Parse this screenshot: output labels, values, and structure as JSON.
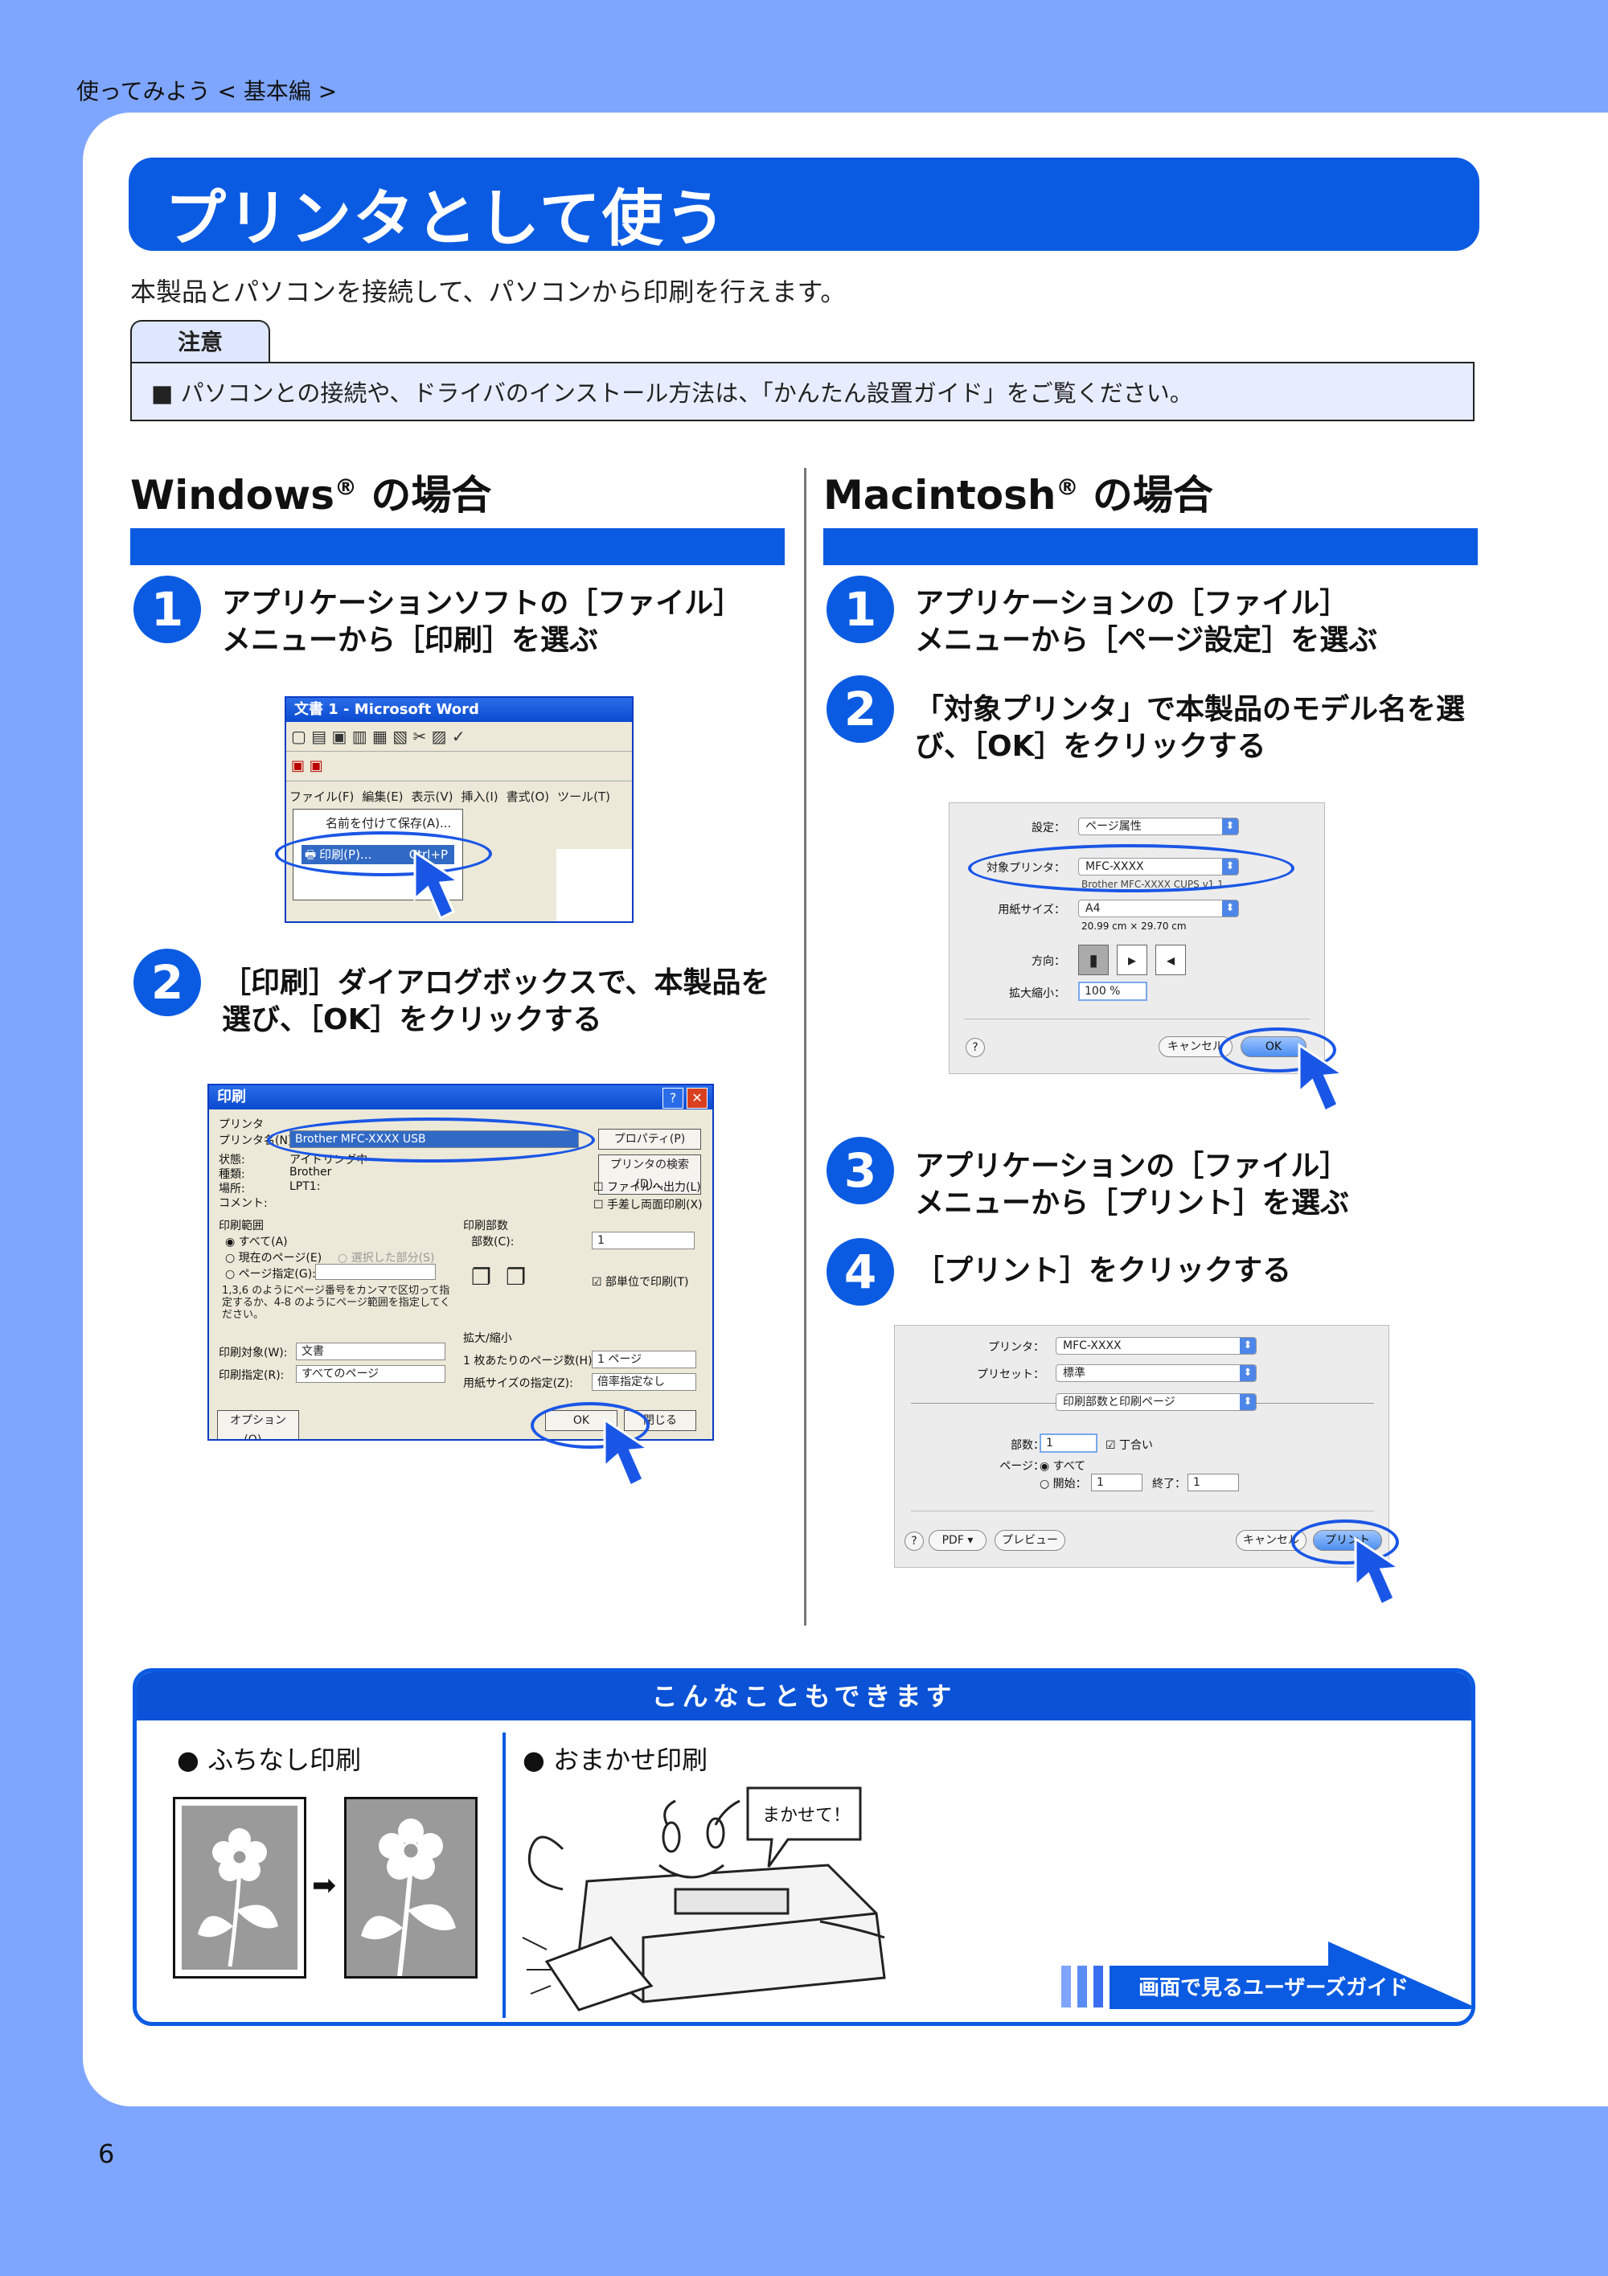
{
  "breadcrumb": "使ってみよう < 基本編 >",
  "title": "プリンタとして使う",
  "intro": "本製品とパソコンを接続して、パソコンから印刷を行えます。",
  "note": {
    "tab": "注意",
    "text": "■ パソコンとの接続や、ドライバのインストール方法は、「かんたん設置ガイド」をご覧ください。"
  },
  "windows": {
    "heading": "Windows",
    "heading_reg": "®",
    "heading_suffix": " の場合",
    "steps": [
      {
        "num": "1",
        "line1": "アプリケーションソフトの［ファイル］",
        "line2": "メニューから［印刷］を選ぶ"
      },
      {
        "num": "2",
        "line1": "［印刷］ダイアログボックスで、本製品を",
        "line2": "選び、［OK］をクリックする"
      }
    ],
    "word_shot": {
      "title": "文書 1 - Microsoft Word",
      "menu": [
        "ファイル(F)",
        "編集(E)",
        "表示(V)",
        "挿入(I)",
        "書式(O)",
        "ツール(T)"
      ],
      "item_saveas": "名前を付けて保存(A)...",
      "item_print": "印刷(P)...",
      "item_print_shortcut": "Ctrl+P"
    },
    "print_dialog": {
      "title": "印刷",
      "group_printer": "プリンタ",
      "printer_name_label": "プリンタ名(N):",
      "printer_name": "Brother MFC-XXXX USB",
      "status_label": "状態:",
      "status": "アイドリング中",
      "type_label": "種類:",
      "type": "Brother",
      "where_label": "場所:",
      "where": "LPT1:",
      "comment_label": "コメント:",
      "properties": "プロパティ(P)",
      "find_printer": "プリンタの検索(D)...",
      "print_to_file": "ファイルへ出力(L)",
      "manual_duplex": "手差し両面印刷(X)",
      "group_range": "印刷範囲",
      "range_all": "すべて(A)",
      "range_current": "現在のページ(E)",
      "range_selection": "選択した部分(S)",
      "range_pages": "ページ指定(G):",
      "range_hint": "1,3,6 のようにページ番号をカンマで区切って指定するか、4-8 のようにページ範囲を指定してください。",
      "group_copies": "印刷部数",
      "copies_label": "部数(C):",
      "copies": "1",
      "collate": "部単位で印刷(T)",
      "print_what_label": "印刷対象(W):",
      "print_what": "文書",
      "print_label": "印刷指定(R):",
      "print_value": "すべてのページ",
      "group_zoom": "拡大/縮小",
      "pages_per_sheet_label": "1 枚あたりのページ数(H):",
      "pages_per_sheet": "1 ページ",
      "scale_label": "用紙サイズの指定(Z):",
      "scale": "倍率指定なし",
      "options": "オプション(O)...",
      "ok": "OK",
      "close": "閉じる"
    }
  },
  "mac": {
    "heading": "Macintosh",
    "heading_reg": "®",
    "heading_suffix": " の場合",
    "steps": [
      {
        "num": "1",
        "line1": "アプリケーションの［ファイル］",
        "line2": "メニューから［ページ設定］を選ぶ"
      },
      {
        "num": "2",
        "line1": "「対象プリンタ」で本製品のモデル名を選",
        "line2": "び、［OK］をクリックする"
      },
      {
        "num": "3",
        "line1": "アプリケーションの［ファイル］",
        "line2": "メニューから［プリント］を選ぶ"
      },
      {
        "num": "4",
        "line1": "［プリント］をクリックする",
        "line2": ""
      }
    ],
    "page_setup": {
      "settings_label": "設定：",
      "settings": "ページ属性",
      "format_label": "対象プリンタ：",
      "format": "MFC-XXXX",
      "format_sub": "Brother MFC-XXXX CUPS v1.1",
      "paper_label": "用紙サイズ：",
      "paper": "A4",
      "paper_dim": "20.99 cm × 29.70 cm",
      "orient_label": "方向：",
      "scale_label": "拡大縮小：",
      "scale": "100 %",
      "help": "?",
      "cancel": "キャンセル",
      "ok": "OK"
    },
    "print": {
      "printer_label": "プリンタ：",
      "printer": "MFC-XXXX",
      "preset_label": "プリセット：",
      "preset": "標準",
      "pane": "印刷部数と印刷ページ",
      "copies_label": "部数：",
      "copies": "1",
      "collate": "丁合い",
      "pages_label": "ページ：",
      "pages_all": "すべて",
      "pages_from": "開始：",
      "from": "1",
      "pages_to": "終了：",
      "to": "1",
      "help": "?",
      "pdf": "PDF ▾",
      "preview": "プレビュー",
      "cancel": "キャンセル",
      "print": "プリント"
    }
  },
  "bottom": {
    "header": "こんなこともできます",
    "feature1": "● ふちなし印刷",
    "feature2": "● おまかせ印刷",
    "speech": "まかせて！",
    "guide": "画面で見るユーザーズガイド"
  },
  "page_number": "6",
  "colors": {
    "accent": "#0b5be2",
    "background": "#7fa6ff",
    "note_bg": "#e7edff"
  }
}
